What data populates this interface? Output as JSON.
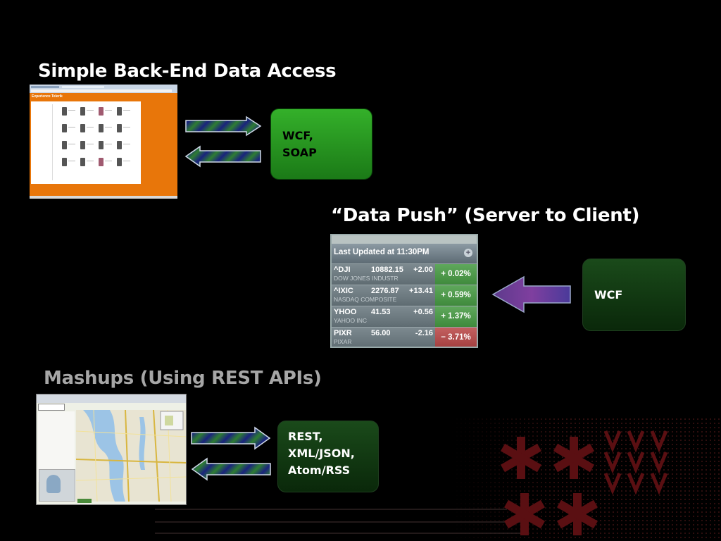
{
  "sections": {
    "simple": {
      "title": "Simple Back-End Data Access",
      "box_line1": "WCF,",
      "box_line2": "SOAP",
      "thumb_header": "Experience Telerik"
    },
    "push": {
      "title": "“Data Push” (Server to Client)",
      "box_label": "WCF",
      "ticker_header": "Last Updated at 11:30PM",
      "rows": [
        {
          "symbol": "^DJI",
          "price": "10882.15",
          "change": "+2.00",
          "name": "DOW JONES INDUSTR",
          "pct": "+ 0.02%",
          "dir": "up"
        },
        {
          "symbol": "^IXIC",
          "price": "2276.87",
          "change": "+13.41",
          "name": "NASDAQ COMPOSITE",
          "pct": "+ 0.59%",
          "dir": "up"
        },
        {
          "symbol": "YHOO",
          "price": "41.53",
          "change": "+0.56",
          "name": "YAHOO INC",
          "pct": "+ 1.37%",
          "dir": "up"
        },
        {
          "symbol": "PIXR",
          "price": "56.00",
          "change": "-2.16",
          "name": "PIXAR",
          "pct": "− 3.71%",
          "dir": "down"
        }
      ]
    },
    "mashups": {
      "title": "Mashups (Using REST APIs)",
      "box_line1": "REST,",
      "box_line2": "XML/JSON,",
      "box_line3": "Atom/RSS"
    }
  },
  "colors": {
    "heading": "#ffffff",
    "heading_muted": "#a6a6a6",
    "green_bright": "#2aa21e",
    "green_dark": "#0e3a0e",
    "orange": "#e8760a",
    "deco_red": "#5a0f12"
  }
}
